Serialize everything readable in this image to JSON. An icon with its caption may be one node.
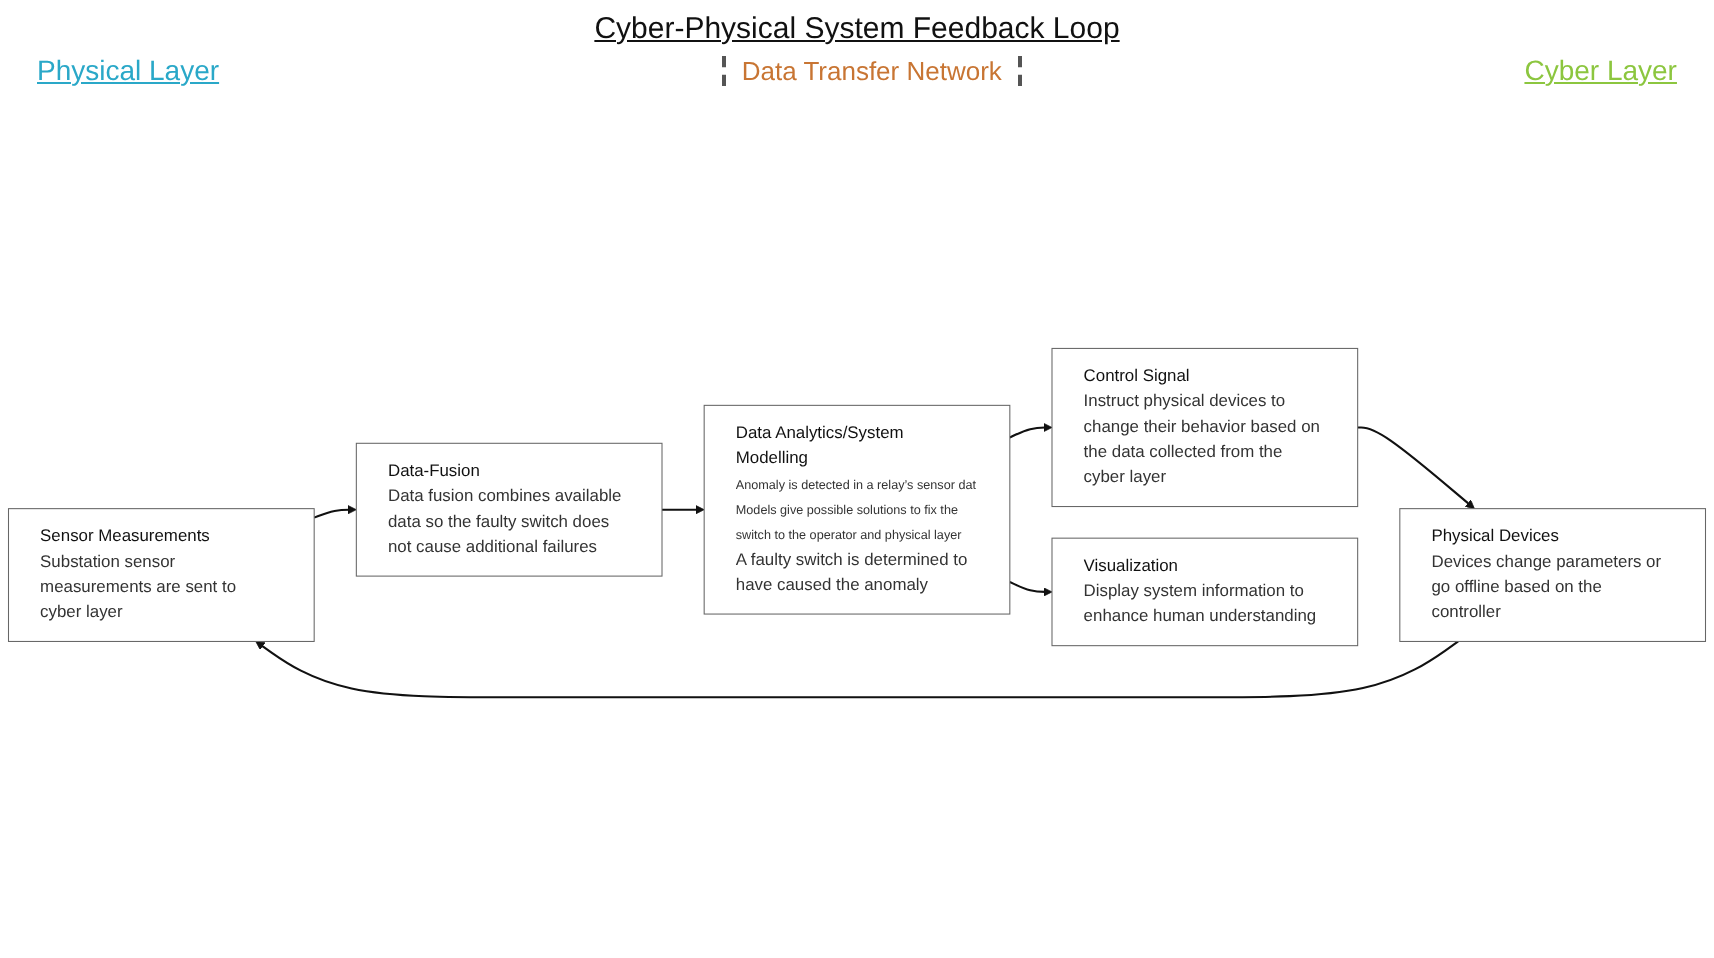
{
  "diagram": {
    "title": "Cyber-Physical System Feedback Loop",
    "nodes": [
      {
        "text": [
          "Sensor Measurements",
          "Substation sensor measurements are sent to cyber layer"
        ]
      },
      {
        "text": [
          "Data-Fusion",
          "Data fusion combines available data so the faulty switch does not cause additional failures"
        ]
      },
      {
        "text": [
          "Physical Devices",
          "Devices change parameters or go offline based on the controller"
        ]
      },
      {
        "text": [
          "Data Analytics/System Modelling",
          "Anomaly is detected in a relay’s sensor dat",
          "Models give possible solutions to fix the switch to the operator and physical layer",
          "A faulty switch is determined to have caused the anomaly"
        ]
      },
      {
        "text": [
          "Control Signal",
          "Instruct physical devices to change their behavior based on the data collected from the cyber layer"
        ]
      },
      {
        "text": [
          "Visualization",
          "Display system information to enhance human understanding"
        ]
      }
    ],
    "edges": [
      {
        "from": 2,
        "to": 0,
        "arrow": "to"
      },
      {
        "from": 0,
        "to": 1,
        "arrow": "to"
      },
      {
        "from": 1,
        "to": 3,
        "arrow": "to"
      },
      {
        "from": 3,
        "to": 4,
        "arrow": "to"
      },
      {
        "from": 3,
        "to": 5,
        "arrow": "to"
      },
      {
        "from": 4,
        "to": 2,
        "arrow": "to"
      }
    ],
    "labels": [
      "Physical Layer",
      "Cyber Layer",
      "Data Transfer Network"
    ]
  }
}
